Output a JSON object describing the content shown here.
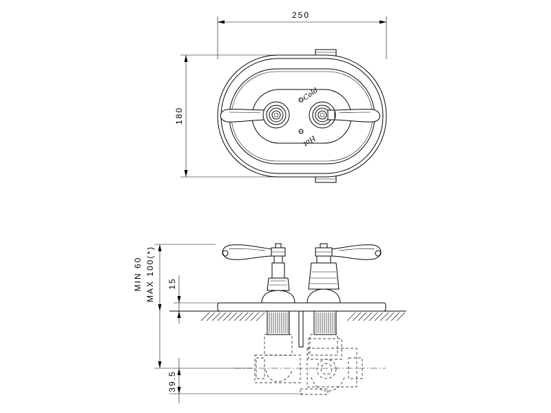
{
  "top_view": {
    "width_dim": "250",
    "height_dim": "180",
    "label_cold": "Cold",
    "label_hot": "Hot"
  },
  "side_view": {
    "depth_min": "MIN 60",
    "depth_max": "MAX 100(*)",
    "plate_dim": "15",
    "bottom_dim": "39.5"
  }
}
